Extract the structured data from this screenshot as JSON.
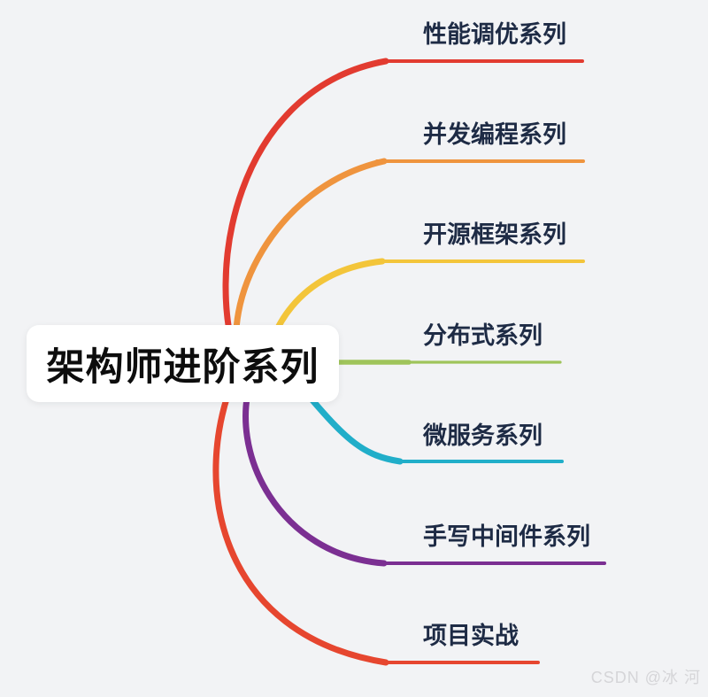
{
  "canvas": {
    "background": "#f2f3f5"
  },
  "root": {
    "label": "架构师进阶系列",
    "bg_color": "#ffffff",
    "text_color": "#0d0d0d"
  },
  "branches": [
    {
      "label": "性能调优系列",
      "color": "#e23b30"
    },
    {
      "label": "并发编程系列",
      "color": "#ef943e"
    },
    {
      "label": "开源框架系列",
      "color": "#f3c53a"
    },
    {
      "label": "分布式系列",
      "color": "#9fc45a"
    },
    {
      "label": "微服务系列",
      "color": "#21aec9"
    },
    {
      "label": "手写中间件系列",
      "color": "#7b2f92"
    },
    {
      "label": "项目实战",
      "color": "#e6462f"
    }
  ],
  "branch_text_color": "#1e2b45",
  "watermark": "CSDN @冰 河"
}
